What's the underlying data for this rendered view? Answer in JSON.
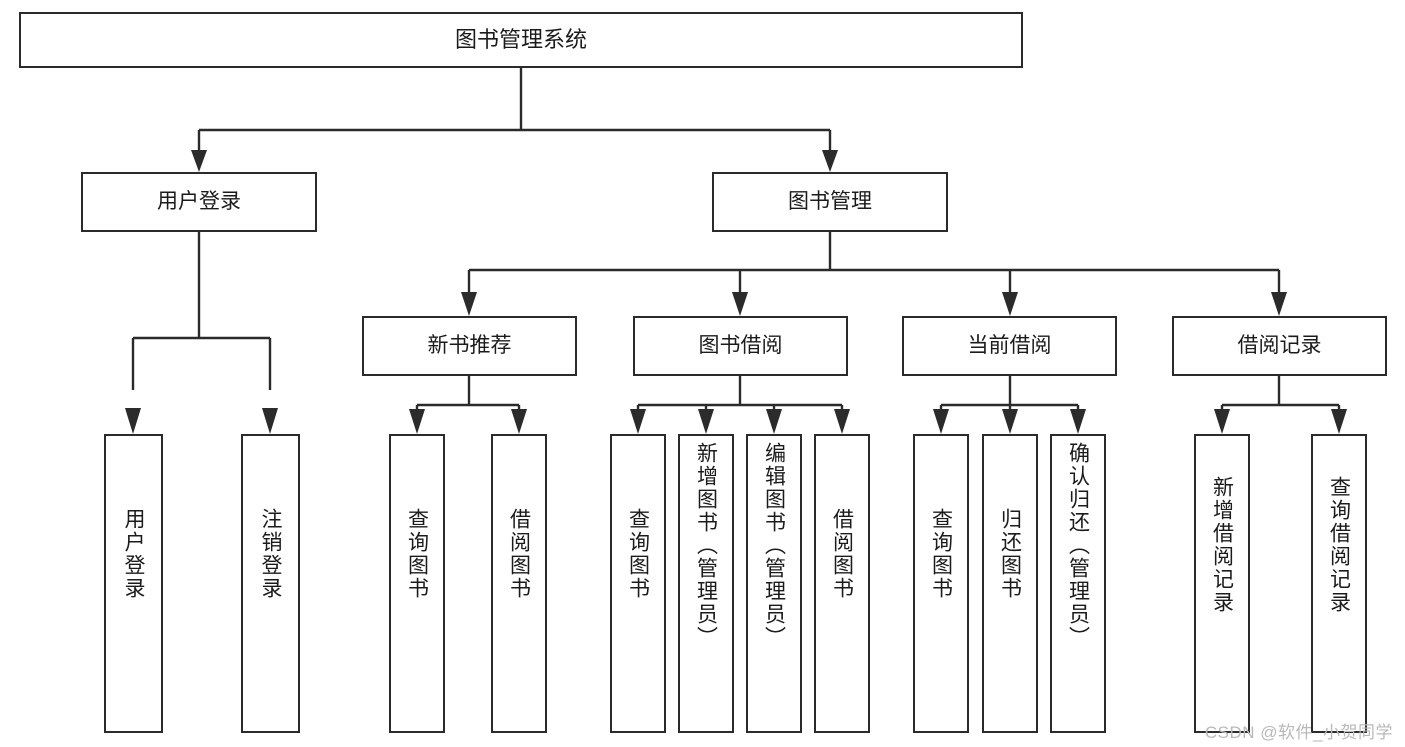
{
  "diagram": {
    "title": "图书管理系统",
    "watermark": "CSDN @软件_小贺同学",
    "colors": {
      "stroke": "#2b2b2b",
      "background": "#ffffff",
      "text": "#1b1b1b",
      "watermark": "#b9b9b9"
    },
    "levels": {
      "level1": "图书管理系统",
      "level2": [
        "用户登录",
        "图书管理"
      ],
      "level3": [
        "新书推荐",
        "图书借阅",
        "当前借阅",
        "借阅记录"
      ],
      "level4_groups": [
        {
          "parent": "用户登录",
          "children": [
            "用户登录",
            "注销登录"
          ]
        },
        {
          "parent": "新书推荐",
          "children": [
            "查询图书",
            "借阅图书"
          ]
        },
        {
          "parent": "图书借阅",
          "children": [
            "查询图书",
            "新增图书（管理员）",
            "编辑图书（管理员）",
            "借阅图书"
          ]
        },
        {
          "parent": "当前借阅",
          "children": [
            "查询图书",
            "归还图书",
            "确认归还（管理员）"
          ]
        },
        {
          "parent": "借阅记录",
          "children": [
            "新增借阅记录",
            "查询借阅记录"
          ]
        }
      ]
    },
    "nodes": {
      "root": "图书管理系统",
      "user_login": "用户登录",
      "book_manage": "图书管理",
      "new_book_rec": "新书推荐",
      "book_borrow": "图书借阅",
      "current_borrow": "当前借阅",
      "borrow_record": "借阅记录",
      "leaf_user_login": "用户登录",
      "leaf_logout": "注销登录",
      "leaf_query_book_a": "查询图书",
      "leaf_borrow_book_a": "借阅图书",
      "leaf_query_book_b": "查询图书",
      "leaf_add_book_admin": "新增图书（管理员）",
      "leaf_edit_book_admin": "编辑图书（管理员）",
      "leaf_borrow_book_b": "借阅图书",
      "leaf_query_book_c": "查询图书",
      "leaf_return_book": "归还图书",
      "leaf_confirm_return_admin": "确认归还（管理员）",
      "leaf_add_record": "新增借阅记录",
      "leaf_query_record": "查询借阅记录"
    }
  }
}
